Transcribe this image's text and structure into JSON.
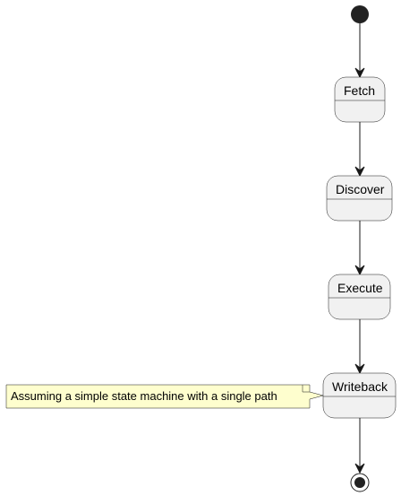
{
  "diagram": {
    "type": "state-machine",
    "initial_state": "Fetch",
    "states": [
      {
        "id": "fetch",
        "label": "Fetch"
      },
      {
        "id": "discover",
        "label": "Discover"
      },
      {
        "id": "execute",
        "label": "Execute"
      },
      {
        "id": "writeback",
        "label": "Writeback"
      }
    ],
    "transitions": [
      {
        "from": "start",
        "to": "fetch"
      },
      {
        "from": "fetch",
        "to": "discover"
      },
      {
        "from": "discover",
        "to": "execute"
      },
      {
        "from": "execute",
        "to": "writeback"
      },
      {
        "from": "writeback",
        "to": "end"
      }
    ],
    "note": {
      "attached_to": "writeback",
      "text": "Assuming a simple state machine with a single path"
    },
    "colors": {
      "state_fill": "#f1f1f1",
      "note_fill": "#fefece",
      "line": "#181818"
    }
  }
}
